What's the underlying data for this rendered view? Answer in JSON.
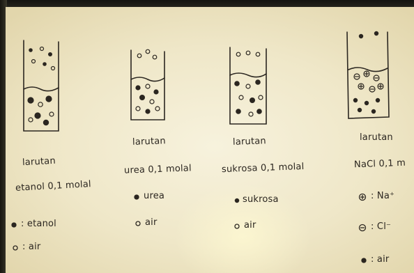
{
  "beakers": [
    {
      "id": "etanol",
      "caption": [
        "larutan",
        "etanol 0,1 molal"
      ],
      "legend": [
        {
          "symbol": "filled-dot",
          "label": ": etanol"
        },
        {
          "symbol": "open-circle",
          "label": ": air"
        }
      ]
    },
    {
      "id": "urea",
      "caption": [
        "larutan",
        "urea 0,1 molal"
      ],
      "legend": [
        {
          "symbol": "filled-dot",
          "label": "urea"
        },
        {
          "symbol": "open-circle",
          "label": "air"
        }
      ]
    },
    {
      "id": "sukrosa",
      "caption": [
        "larutan",
        "sukrosa 0,1 molal"
      ],
      "legend": [
        {
          "symbol": "filled-dot",
          "label": "sukrosa"
        },
        {
          "symbol": "open-circle",
          "label": "air"
        }
      ]
    },
    {
      "id": "nacl",
      "caption": [
        "larutan",
        "NaCl 0,1 m"
      ],
      "legend": [
        {
          "symbol": "plus-circle",
          "label": ": Na⁺"
        },
        {
          "symbol": "minus-circle",
          "label": ": Cl⁻"
        },
        {
          "symbol": "filled-dot",
          "label": ": air"
        }
      ]
    }
  ]
}
